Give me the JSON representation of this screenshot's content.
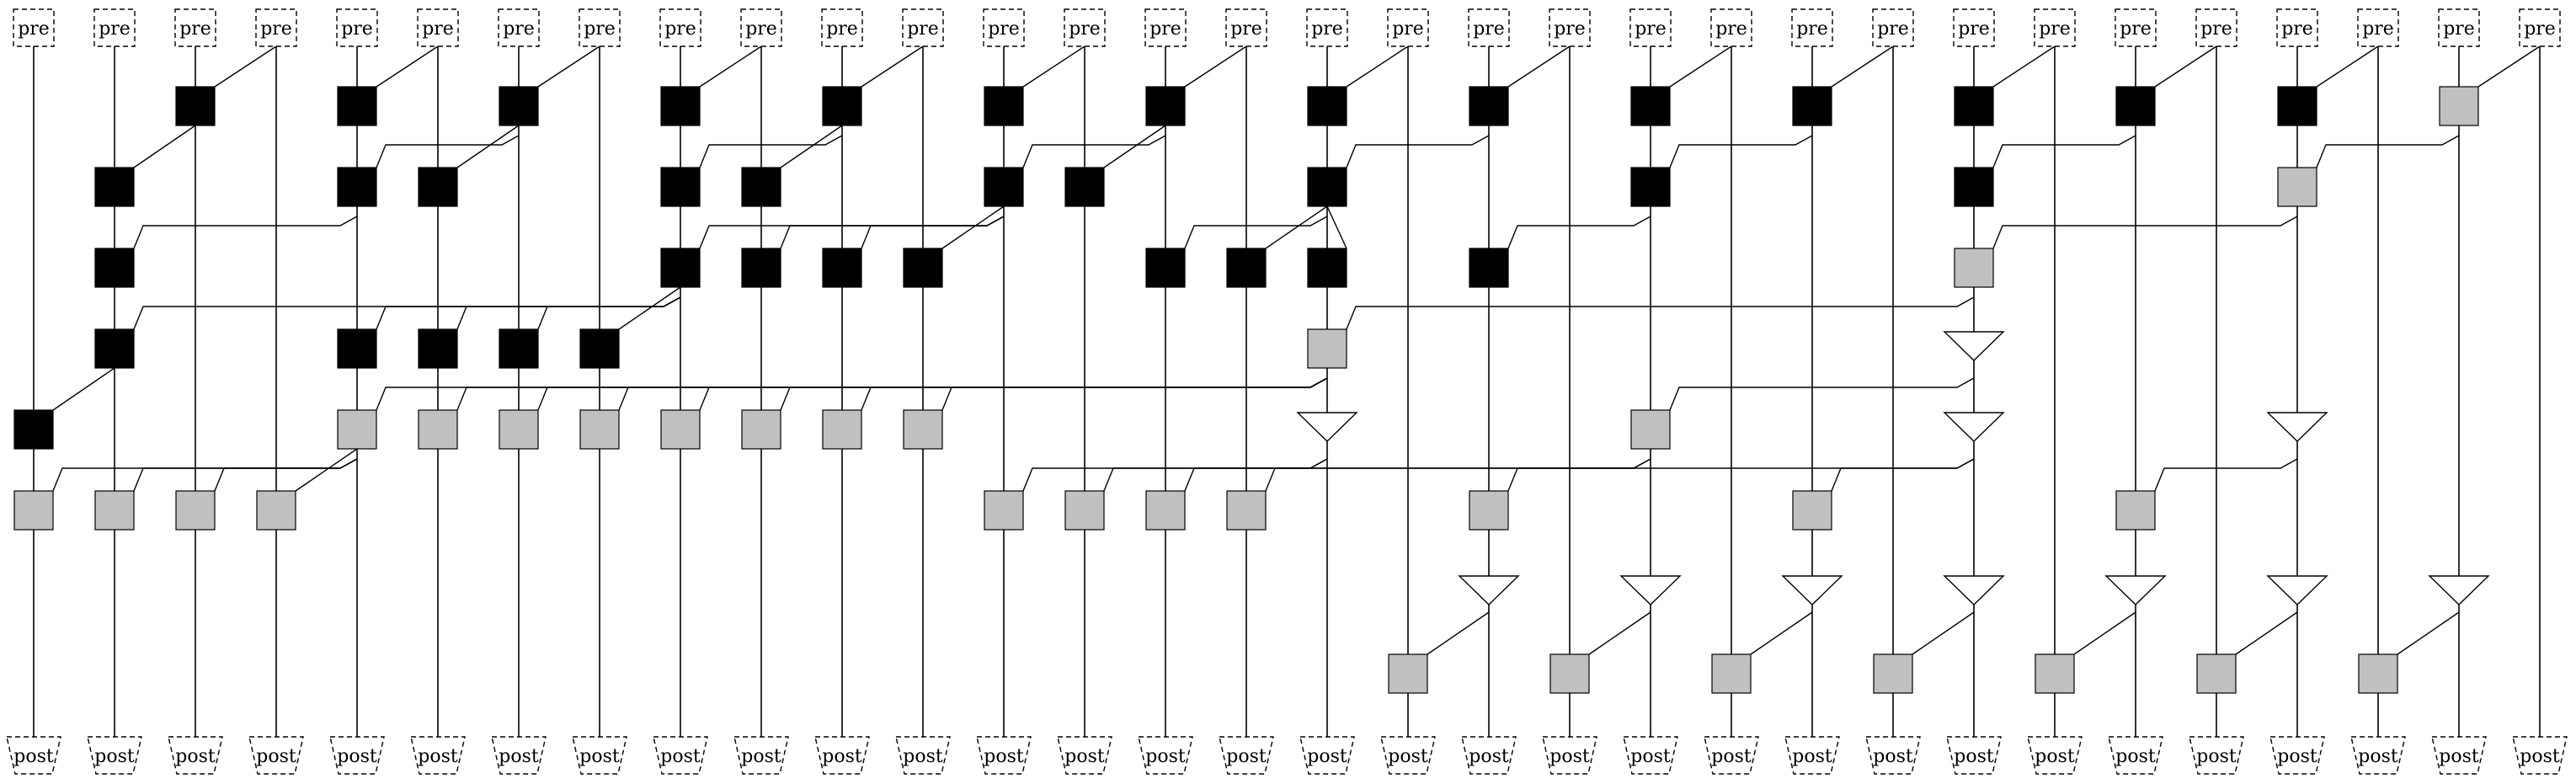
{
  "diagram": {
    "pre_label": "pre",
    "post_label": "post",
    "colors": {
      "line": "#000000",
      "black_node": "#000000",
      "gray_node": "#c0c0c0",
      "node_border": "#000000",
      "background": "#ffffff"
    },
    "columns": 32,
    "rows": 8,
    "node_kinds": [
      "black-square",
      "gray-square",
      "triangle"
    ],
    "black_nodes": [
      {
        "row": 1,
        "col": 2,
        "src": 3
      },
      {
        "row": 1,
        "col": 4,
        "src": 5
      },
      {
        "row": 1,
        "col": 6,
        "src": 7
      },
      {
        "row": 1,
        "col": 8,
        "src": 9
      },
      {
        "row": 1,
        "col": 10,
        "src": 11
      },
      {
        "row": 1,
        "col": 12,
        "src": 13
      },
      {
        "row": 1,
        "col": 14,
        "src": 15
      },
      {
        "row": 1,
        "col": 16,
        "src": 17
      },
      {
        "row": 1,
        "col": 18,
        "src": 19
      },
      {
        "row": 1,
        "col": 20,
        "src": 21
      },
      {
        "row": 1,
        "col": 22,
        "src": 23
      },
      {
        "row": 1,
        "col": 24,
        "src": 25
      },
      {
        "row": 1,
        "col": 26,
        "src": 27
      },
      {
        "row": 1,
        "col": 28,
        "src": 29
      },
      {
        "row": 2,
        "col": 1,
        "src": 2
      },
      {
        "row": 2,
        "col": 4,
        "src": 6
      },
      {
        "row": 2,
        "col": 5,
        "src": 6
      },
      {
        "row": 2,
        "col": 8,
        "src": 10
      },
      {
        "row": 2,
        "col": 9,
        "src": 10
      },
      {
        "row": 2,
        "col": 12,
        "src": 14
      },
      {
        "row": 2,
        "col": 13,
        "src": 14
      },
      {
        "row": 2,
        "col": 16,
        "src": 18
      },
      {
        "row": 2,
        "col": 20,
        "src": 22
      },
      {
        "row": 2,
        "col": 24,
        "src": 26
      },
      {
        "row": 3,
        "col": 1,
        "src": 4
      },
      {
        "row": 3,
        "col": 8,
        "src": 12
      },
      {
        "row": 3,
        "col": 9,
        "src": 12
      },
      {
        "row": 3,
        "col": 10,
        "src": 12
      },
      {
        "row": 3,
        "col": 11,
        "src": 12
      },
      {
        "row": 3,
        "col": 14,
        "src": 16
      },
      {
        "row": 3,
        "col": 15,
        "src": 16
      },
      {
        "row": 3,
        "col": 16,
        "src": 16
      },
      {
        "row": 3,
        "col": 18,
        "src": 20
      },
      {
        "row": 4,
        "col": 1,
        "src": 8
      },
      {
        "row": 4,
        "col": 4,
        "src": 8
      },
      {
        "row": 4,
        "col": 5,
        "src": 8
      },
      {
        "row": 4,
        "col": 6,
        "src": 8
      },
      {
        "row": 4,
        "col": 7,
        "src": 8
      },
      {
        "row": 5,
        "col": 0,
        "src": 1
      }
    ],
    "gray_nodes": [
      {
        "row": 1,
        "col": 30,
        "src": 31
      },
      {
        "row": 2,
        "col": 28,
        "src": 30
      },
      {
        "row": 3,
        "col": 24,
        "src": 28
      },
      {
        "row": 4,
        "col": 16,
        "src": 24
      },
      {
        "row": 5,
        "col": 4,
        "src": 16
      },
      {
        "row": 5,
        "col": 5,
        "src": 16
      },
      {
        "row": 5,
        "col": 6,
        "src": 16
      },
      {
        "row": 5,
        "col": 7,
        "src": 16
      },
      {
        "row": 5,
        "col": 8,
        "src": 16
      },
      {
        "row": 5,
        "col": 9,
        "src": 16
      },
      {
        "row": 5,
        "col": 10,
        "src": 16
      },
      {
        "row": 5,
        "col": 11,
        "src": 16
      },
      {
        "row": 5,
        "col": 20,
        "src": 24
      },
      {
        "row": 6,
        "col": 0,
        "src": 4
      },
      {
        "row": 6,
        "col": 1,
        "src": 4
      },
      {
        "row": 6,
        "col": 2,
        "src": 4
      },
      {
        "row": 6,
        "col": 3,
        "src": 4
      },
      {
        "row": 6,
        "col": 12,
        "src": 16
      },
      {
        "row": 6,
        "col": 13,
        "src": 16
      },
      {
        "row": 6,
        "col": 14,
        "src": 20
      },
      {
        "row": 6,
        "col": 15,
        "src": 20
      },
      {
        "row": 6,
        "col": 18,
        "src": 24
      },
      {
        "row": 6,
        "col": 22,
        "src": 24
      },
      {
        "row": 6,
        "col": 26,
        "src": 28
      },
      {
        "row": 8,
        "col": 17,
        "src": 18
      },
      {
        "row": 8,
        "col": 19,
        "src": 20
      },
      {
        "row": 8,
        "col": 21,
        "src": 22
      },
      {
        "row": 8,
        "col": 23,
        "src": 24
      },
      {
        "row": 8,
        "col": 25,
        "src": 26
      },
      {
        "row": 8,
        "col": 27,
        "src": 28
      },
      {
        "row": 8,
        "col": 29,
        "src": 30
      }
    ],
    "triangles": [
      {
        "row": 4,
        "col": 24
      },
      {
        "row": 5,
        "col": 16
      },
      {
        "row": 5,
        "col": 24
      },
      {
        "row": 5,
        "col": 28
      },
      {
        "row": 7,
        "col": 18
      },
      {
        "row": 7,
        "col": 20
      },
      {
        "row": 7,
        "col": 22
      },
      {
        "row": 7,
        "col": 24
      },
      {
        "row": 7,
        "col": 26
      },
      {
        "row": 7,
        "col": 28
      },
      {
        "row": 7,
        "col": 30
      }
    ]
  }
}
